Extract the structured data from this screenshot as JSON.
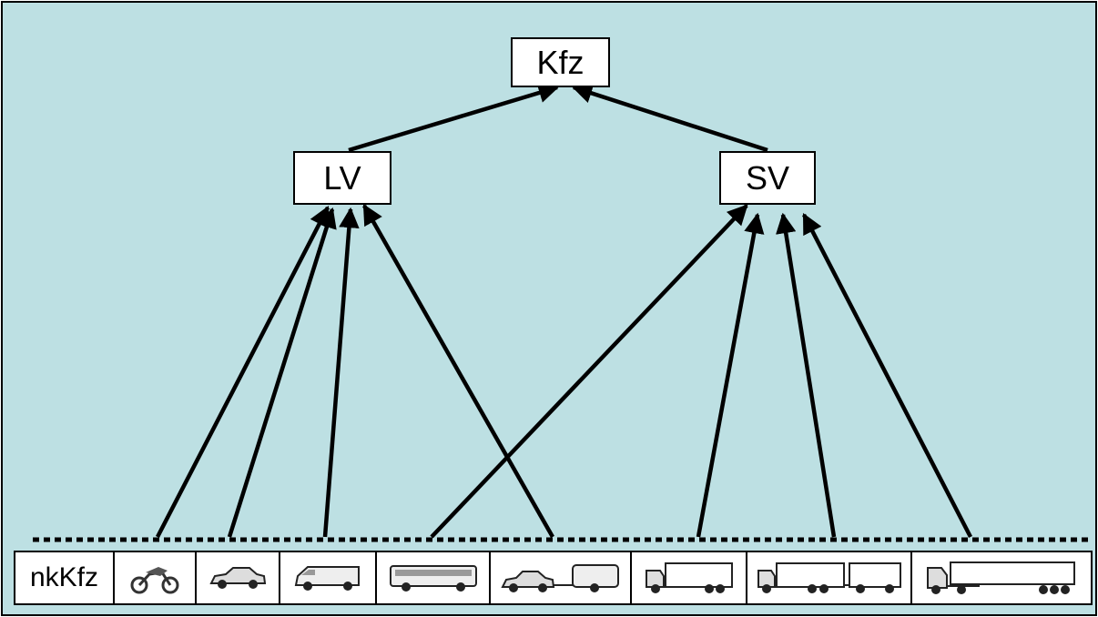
{
  "diagram": {
    "root": {
      "label": "Kfz"
    },
    "groups": [
      {
        "id": "lv",
        "label": "LV"
      },
      {
        "id": "sv",
        "label": "SV"
      }
    ],
    "base_label": "nkKfz",
    "vehicles": [
      {
        "id": "motorcycle",
        "icon": "motorcycle-icon",
        "group": "lv"
      },
      {
        "id": "car",
        "icon": "car-icon",
        "group": "lv"
      },
      {
        "id": "van",
        "icon": "van-icon",
        "group": "lv"
      },
      {
        "id": "bus",
        "icon": "bus-icon",
        "group": "sv"
      },
      {
        "id": "car-with-trailer",
        "icon": "car-with-trailer-icon",
        "group": "lv"
      },
      {
        "id": "truck",
        "icon": "truck-icon",
        "group": "sv"
      },
      {
        "id": "truck-with-trailer",
        "icon": "truck-with-trailer-icon",
        "group": "sv"
      },
      {
        "id": "semi-trailer-truck",
        "icon": "semi-trailer-truck-icon",
        "group": "sv"
      }
    ],
    "colors": {
      "background": "#bde0e3",
      "box": "#ffffff",
      "stroke": "#000000"
    }
  }
}
